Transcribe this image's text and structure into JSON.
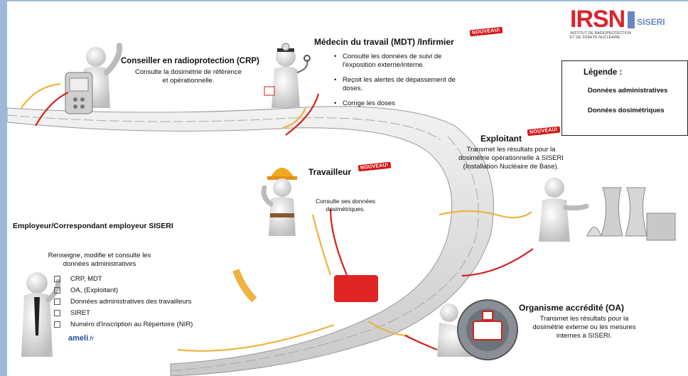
{
  "logo": {
    "main": "IRSN",
    "sub_brand": "SISERI",
    "subtitle": [
      "INSTITUT DE RADIOPROTECTION",
      "ET DE SÛRETÉ NUCLÉAIRE"
    ]
  },
  "legend": {
    "title": "Légende :",
    "items": [
      "Données administratives",
      "Données dosimétriques"
    ],
    "colors": {
      "administrative": "#f0b240",
      "dosimetric": "#d42020"
    }
  },
  "badge_text": "NOUVEAU!",
  "actors": {
    "crp": {
      "title": "Conseiller en radioprotection (CRP)",
      "description": "Consulte la dosimétrie de référence et opérationnelle."
    },
    "mdt": {
      "title": "Médecin du travail (MDT) /Infirmier",
      "bullets": [
        "Consulte les données de suivi de l'exposition externe/interne.",
        "Reçoit les alertes de dépassement de doses.",
        "Corrige les doses"
      ]
    },
    "exploitant": {
      "title": "Exploitant",
      "description": "Transmet les résultats pour la dosimétrie opérationnelle à SISERI (Installation Nucléaire de Base)."
    },
    "travailleur": {
      "title": "Travailleur",
      "description": "Consulte ses données dosimétriques."
    },
    "employeur": {
      "title": "Employeur/Correspondant employeur SISERI",
      "description": "Renseigne, modifie et consulte les données administratives",
      "checklist": [
        "CRP, MDT",
        "OA, (Exploitant)",
        "Données administratives des travailleurs",
        "SIRET",
        "Numéro d'Inscription au Répertoire (NIR)"
      ],
      "ameli": {
        "main": "ameli",
        "suffix": ".fr"
      }
    },
    "oa": {
      "title": "Organisme accrédité (OA)",
      "description": "Transmet les résultats pour la dosimétrie externe ou les mesures internes à SISERI."
    }
  }
}
